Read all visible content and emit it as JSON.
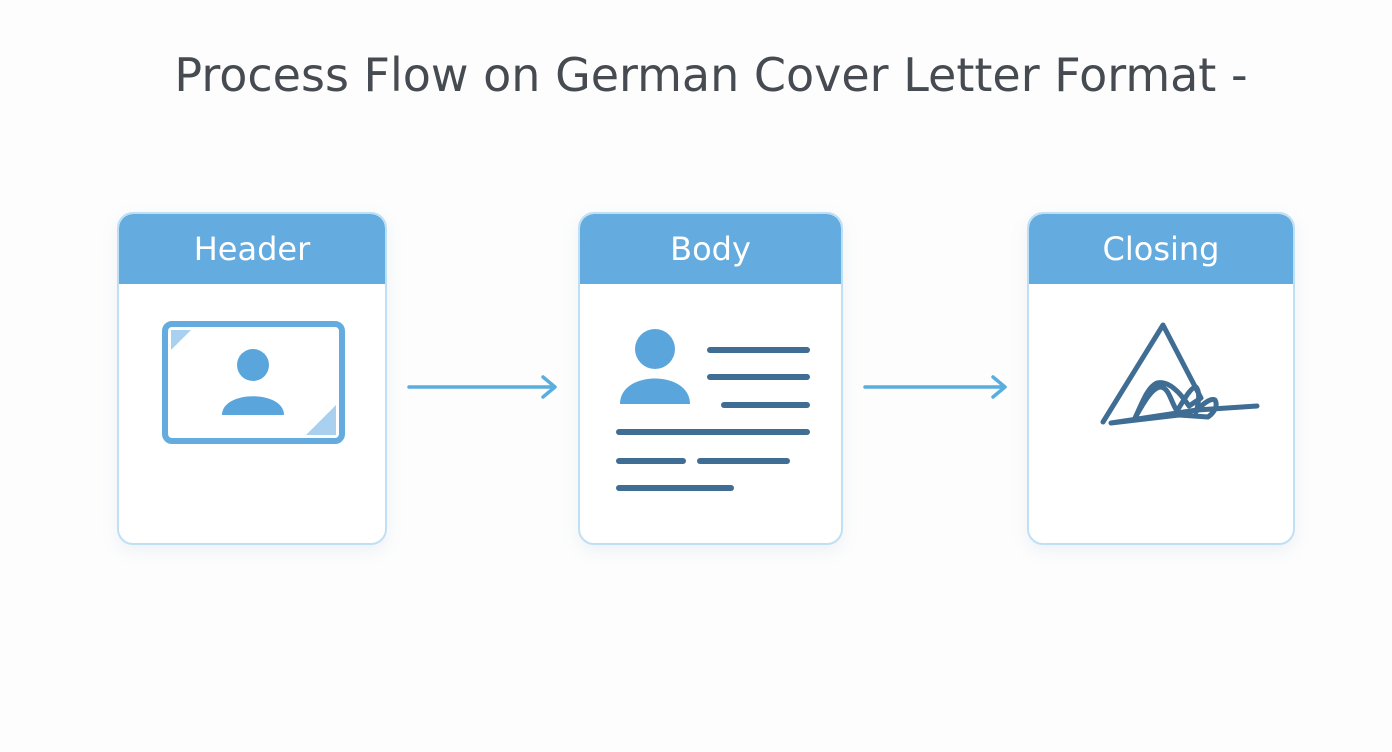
{
  "title": "Process Flow on German Cover Letter Format -",
  "steps": [
    {
      "label": "Header",
      "icon": "id-card-icon"
    },
    {
      "label": "Body",
      "icon": "profile-text-icon"
    },
    {
      "label": "Closing",
      "icon": "signature-icon"
    }
  ],
  "colors": {
    "header_fill": "#64abdf",
    "card_border": "#bfe0f4",
    "icon_blue": "#5aa6dc",
    "icon_dark": "#3f6d93",
    "arrow": "#5aaede",
    "title_text": "#464a51"
  }
}
